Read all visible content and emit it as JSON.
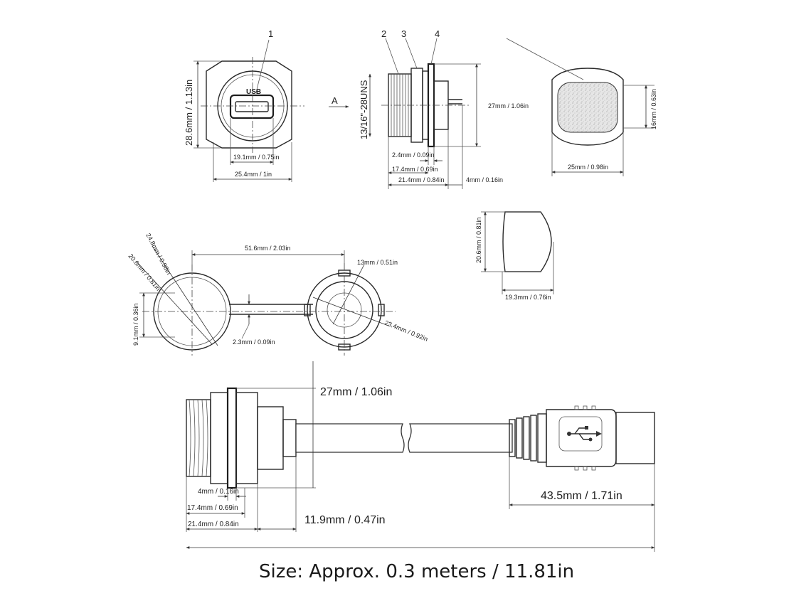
{
  "callouts": {
    "c1": "1",
    "c2": "2",
    "c3": "3",
    "c4": "4",
    "view_a": "A"
  },
  "front_view": {
    "usb_label": "USB",
    "height_dim": "28.6mm / 1.13in",
    "port_width_dim": "19.1mm / 0.75in",
    "overall_width_dim": "25.4mm / 1in"
  },
  "side_view": {
    "thread_label": "13/16\"-28UNS",
    "panel_height_dim": "27mm / 1.06in",
    "flange_dim": "2.4mm / 0.09in",
    "thread_dim": "17.4mm / 0.69in",
    "length_dim": "21.4mm / 0.84in",
    "rear_dim": "4mm / 0.16in"
  },
  "gasket_view": {
    "height_dim": "16mm / 0.63in",
    "width_dim": "25mm / 0.98in"
  },
  "cap_side_view": {
    "height_dim": "20.6mm / 0.81in",
    "width_dim": "19.3mm / 0.76in"
  },
  "cap_plan_view": {
    "outer_dia_dim": "24.8mm / 0.98in",
    "inner_dia_dim": "20.6mm / 0.81in",
    "span_dim": "51.6mm / 2.03in",
    "hole_dim": "13mm / 0.51in",
    "strap_width_dim": "9.1mm / 0.36in",
    "strap_thick_dim": "2.3mm / 0.09in",
    "nut_dia_dim": "23.4mm / 0.92in"
  },
  "assembly_view": {
    "height_dim": "27mm / 1.06in",
    "rear_dim": "4mm / 0.16in",
    "thread_dim": "17.4mm / 0.69in",
    "length_dim": "21.4mm / 0.84in",
    "boot_dim": "11.9mm / 0.47in",
    "plug_dim": "43.5mm / 1.71in"
  },
  "caption": "Size: Approx. 0.3 meters / 11.81in"
}
